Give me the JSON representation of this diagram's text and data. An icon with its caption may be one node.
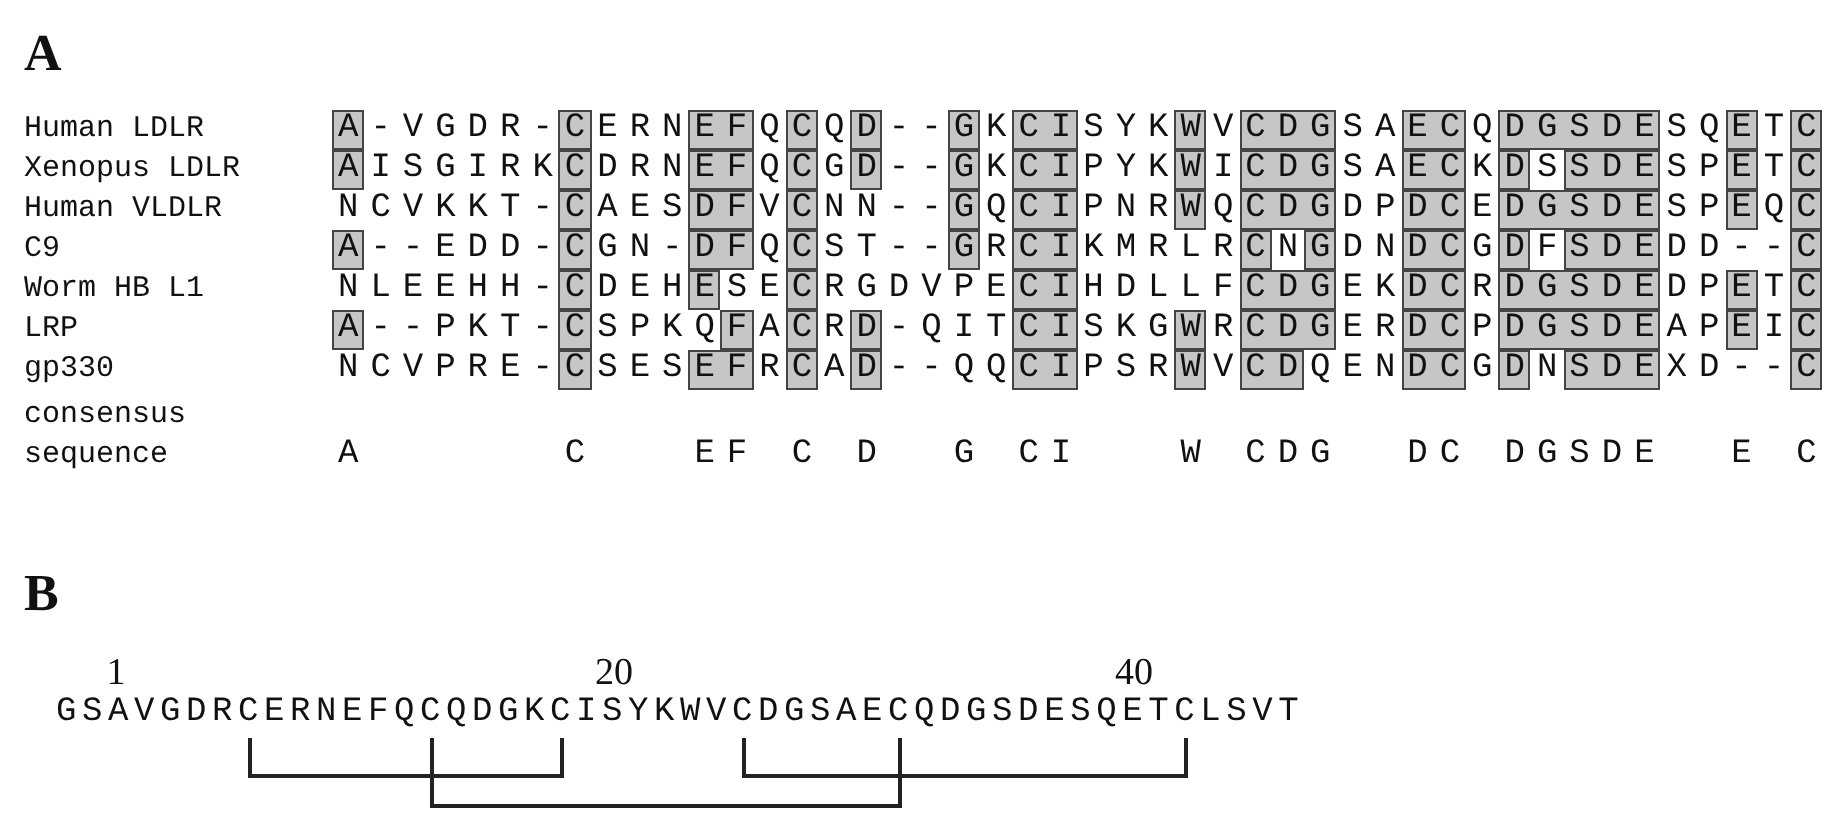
{
  "diagram": {
    "labels": [
      "A",
      "Human LDLR",
      "A-VGDR-CERNEFQCQD--GKCISYKWVCDGSAECQDGSDESQETC",
      "Xenopus LDLR",
      "AISGIRKCDRNEFQCGD--GKCIPYKWICDGSAECKDSSDESPETC",
      "Human VLDLR",
      "NCVKKT-CAESDFVCNN--GQCIPNRWQCDGDPDCEDGSDESPEQC",
      "C9",
      "A--EDD-CGN-DFQCST--GRCIKMRLRCNGDNDCGDFSDEDD--C",
      "Worm HB L1",
      "NLEEHH-CDEHESECRGDVPECIHDLLFCDGEKDCRDGSDEDPETC",
      "LRP",
      "A--PKT-CSPKQFACRD-QITCISKGWRCDGERDCPDGSDEAPEIC",
      "gp330",
      "NCVPRE-CSESEFRCAD--QQCIPSRWVCDQENDCGDNSDEXD--C",
      "consensus sequence",
      "A      C   EF C D  G CI   W CDG  DC DGSDE  E C",
      "B",
      "1",
      "20",
      "40",
      "GSAVGDRCERNEFQCQDGKCISYKWVCDGSAECQDGSDESQETCLSVT"
    ]
  }
}
